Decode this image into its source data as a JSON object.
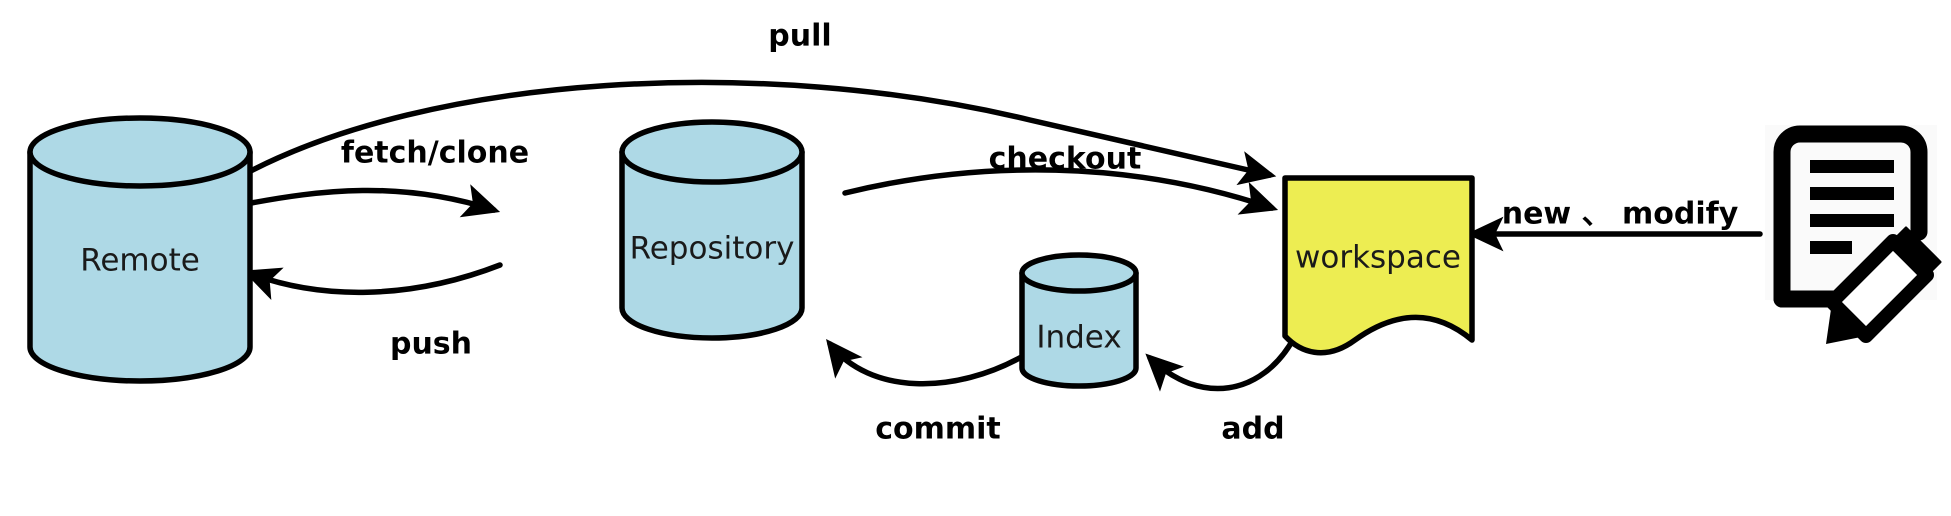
{
  "diagram": {
    "title": "Git workflow diagram",
    "background_color": "#ffffff",
    "stroke_color": "#000000",
    "colors": {
      "cylinder_fill": "#aed9e6",
      "workspace_fill": "#eded52",
      "text": "#1a1a1a",
      "label": "#000000"
    },
    "nodes": [
      {
        "id": "remote",
        "label": "Remote",
        "shape": "cylinder",
        "fill": "#aed9e6"
      },
      {
        "id": "repository",
        "label": "Repository",
        "shape": "cylinder",
        "fill": "#aed9e6"
      },
      {
        "id": "index",
        "label": "Index",
        "shape": "cylinder",
        "fill": "#aed9e6"
      },
      {
        "id": "workspace",
        "label": "workspace",
        "shape": "note",
        "fill": "#eded52"
      },
      {
        "id": "file",
        "label": "",
        "shape": "document-edit-icon",
        "fill": "#000000"
      }
    ],
    "edges": [
      {
        "id": "pull",
        "label": "pull",
        "from": "remote",
        "to": "workspace"
      },
      {
        "id": "fetch-clone",
        "label": "fetch/clone",
        "from": "remote",
        "to": "repository"
      },
      {
        "id": "push",
        "label": "push",
        "from": "repository",
        "to": "remote"
      },
      {
        "id": "checkout",
        "label": "checkout",
        "from": "repository",
        "to": "workspace"
      },
      {
        "id": "commit",
        "label": "commit",
        "from": "index",
        "to": "repository"
      },
      {
        "id": "add",
        "label": "add",
        "from": "workspace",
        "to": "index"
      },
      {
        "id": "new-modify",
        "label": "new 、 modify",
        "from": "file",
        "to": "workspace"
      }
    ],
    "labels": {
      "pull": "pull",
      "fetch_clone": "fetch/clone",
      "push": "push",
      "checkout": "checkout",
      "commit": "commit",
      "add": "add",
      "new_modify": "new 、 modify"
    },
    "node_labels": {
      "remote": "Remote",
      "repository": "Repository",
      "index": "Index",
      "workspace": "workspace"
    },
    "icons": {
      "file": "document-edit-icon"
    }
  }
}
